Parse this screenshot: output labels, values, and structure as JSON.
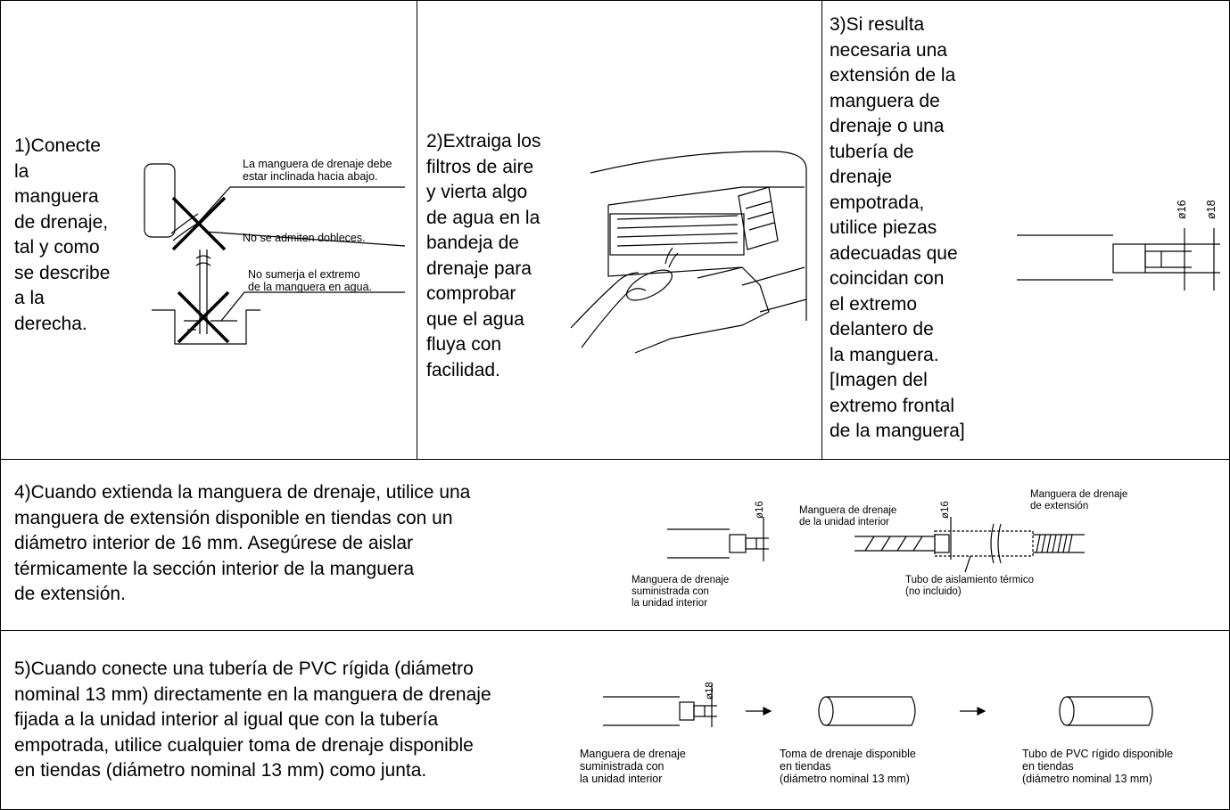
{
  "steps": {
    "s1": "1)Conecte\nla\nmanguera\nde drenaje,\ntal y como\nse describe\na la\nderecha.",
    "s2": "2)Extraiga los\nfiltros de aire\ny vierta algo\nde agua en la\nbandeja de\ndrenaje para\ncomprobar\nque el agua\nfluya con\nfacilidad.",
    "s3": "3)Si resulta\nnecesaria una\nextensión de la\nmanguera de\ndrenaje o una\ntubería de\ndrenaje\nempotrada,\nutilice piezas\nadecuadas que\ncoincidan con\nel extremo\ndelantero de\nla manguera.\n[Imagen del\nextremo frontal\nde la manguera]",
    "s4": "4)Cuando extienda la manguera de drenaje, utilice una\nmanguera de extensión disponible en tiendas con un\ndiámetro interior de 16 mm. Asegúrese de aislar\ntérmicamente la sección interior de la manguera\nde extensión.",
    "s5": "5)Cuando conecte una tubería de PVC rígida (diámetro\nnominal 13 mm) directamente en la manguera de drenaje\nfijada a la unidad interior al igual que con la tubería\nempotrada, utilice cualquier toma de drenaje disponible\nen tiendas (diámetro nominal 13 mm) como junta."
  },
  "fig1": {
    "label_incline": "La manguera de drenaje debe\nestar inclinada hacia abajo.",
    "label_kinks": "No se admiten dobleces.",
    "label_submerge": "No sumerja el extremo\nde la manguera en agua."
  },
  "fig3": {
    "dim_small": "ø16",
    "dim_large": "ø18"
  },
  "fig4": {
    "dim_a": "ø16",
    "dim_b": "ø16",
    "label_supplied": "Manguera de drenaje\nsuministrada con\nla unidad interior",
    "label_indoor_hose": "Manguera de drenaje\nde la unidad interior",
    "label_extension_hose": "Manguera de drenaje\nde extensión",
    "label_insulation": "Tubo de aislamiento térmico\n(no incluido)"
  },
  "fig5": {
    "dim": "ø18",
    "label_supplied": "Manguera de drenaje\nsuministrada con\nla unidad interior",
    "label_socket": "Toma de drenaje disponible\nen tiendas\n(diámetro nominal 13 mm)",
    "label_pvc": "Tubo de PVC rígido disponible\nen tiendas\n(diámetro nominal 13 mm)"
  }
}
